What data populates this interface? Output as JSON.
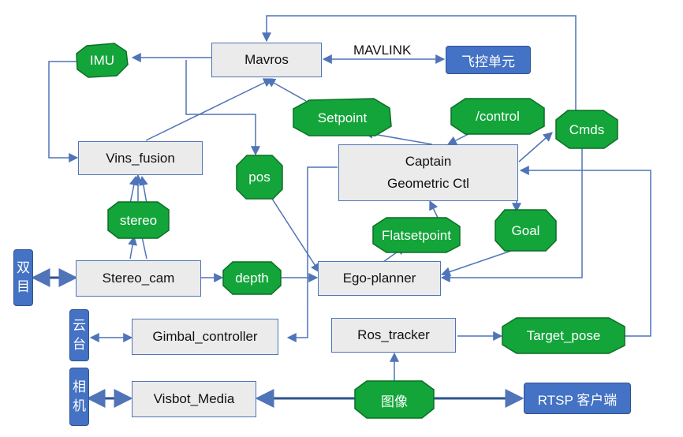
{
  "nodes": {
    "mavros": "Mavros",
    "vins_fusion": "Vins_fusion",
    "captain_line1": "Captain",
    "captain_line2": "Geometric Ctl",
    "stereo_cam": "Stereo_cam",
    "ego_planner": "Ego-planner",
    "gimbal_controller": "Gimbal_controller",
    "ros_tracker": "Ros_tracker",
    "visbot_media": "Visbot_Media"
  },
  "hardware": {
    "flight_unit": "飞控单元",
    "stereo_chars": [
      "双",
      "目"
    ],
    "gimbal_chars": [
      "云",
      "台"
    ],
    "camera_chars": [
      "相",
      "机"
    ],
    "rtsp_client": "RTSP 客户端"
  },
  "topics": {
    "imu": "IMU",
    "setpoint": "Setpoint",
    "control": "/control",
    "cmds": "Cmds",
    "pos": "pos",
    "stereo": "stereo",
    "flatsetpoint": "Flatsetpoint",
    "goal": "Goal",
    "depth": "depth",
    "target_pose": "Target_pose",
    "image": "图像"
  },
  "links": {
    "mavlink": "MAVLINK"
  },
  "colors": {
    "topic_fill": "#13a53a",
    "topic_stroke": "#0b6f25",
    "hardware_fill": "#4472c4",
    "node_fill": "#ebebeb",
    "line": "#4f74b8"
  }
}
